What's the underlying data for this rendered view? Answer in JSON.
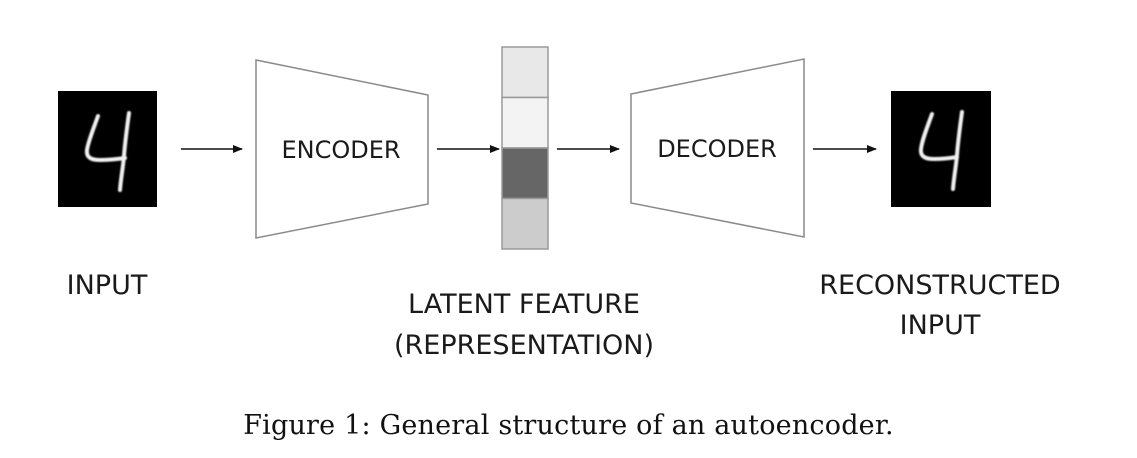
{
  "diagram": {
    "title": "General structure of an autoencoder",
    "nodes": {
      "input_image": {
        "kind": "image",
        "content": "handwritten digit 4 (white on black)",
        "digit": "4"
      },
      "encoder": {
        "kind": "trapezoid",
        "label": "ENCODER",
        "narrowing": "left-to-right"
      },
      "latent": {
        "kind": "vector",
        "cells": [
          {
            "index": 0,
            "fill": "#e8e8e8"
          },
          {
            "index": 1,
            "fill": "#f3f3f4"
          },
          {
            "index": 2,
            "fill": "#666666"
          },
          {
            "index": 3,
            "fill": "#cccccc"
          }
        ]
      },
      "decoder": {
        "kind": "trapezoid",
        "label": "DECODER",
        "narrowing": "right-to-left"
      },
      "output_image": {
        "kind": "image",
        "content": "reconstructed handwritten digit 4 (white on black)",
        "digit": "4"
      }
    },
    "edges": [
      {
        "from": "input_image",
        "to": "encoder"
      },
      {
        "from": "encoder",
        "to": "latent"
      },
      {
        "from": "latent",
        "to": "decoder"
      },
      {
        "from": "decoder",
        "to": "output_image"
      }
    ],
    "labels": {
      "input": "INPUT",
      "latent_line1": "LATENT FEATURE",
      "latent_line2": "(REPRESENTATION)",
      "output_line1": "RECONSTRUCTED",
      "output_line2": "INPUT"
    },
    "colors": {
      "outline": "#8a8a8a",
      "arrow": "#111111",
      "image_bg": "#000000",
      "digit_stroke": "#f2f2f2"
    }
  },
  "caption": "Figure 1: General structure of an autoencoder."
}
